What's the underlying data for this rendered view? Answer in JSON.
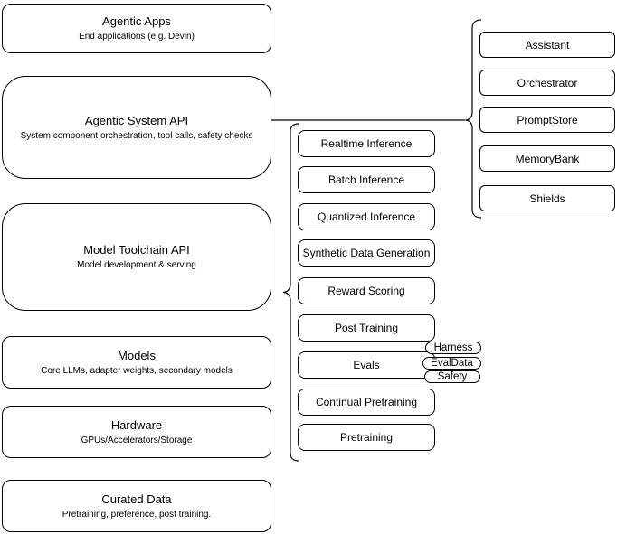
{
  "diagram": {
    "colors": {
      "stroke": "#000000",
      "background": "#ffffff",
      "text": "#000000"
    },
    "left_column": [
      {
        "title": "Agentic Apps",
        "subtitle": "End applications (e.g. Devin)"
      },
      {
        "title": "Agentic System API",
        "subtitle": "System component orchestration, tool calls, safety checks"
      },
      {
        "title": "Model Toolchain API",
        "subtitle": "Model development & serving"
      },
      {
        "title": "Models",
        "subtitle": "Core LLMs, adapter weights, secondary models"
      },
      {
        "title": "Hardware",
        "subtitle": "GPUs/Accelerators/Storage"
      },
      {
        "title": "Curated Data",
        "subtitle": "Pretraining, preference, post training."
      }
    ],
    "middle_column": [
      "Realtime Inference",
      "Batch Inference",
      "Quantized Inference",
      "Synthetic Data Generation",
      "Reward Scoring",
      "Post Training",
      "Evals",
      "Continual Pretraining",
      "Pretraining"
    ],
    "right_column": [
      "Assistant",
      "Orchestrator",
      "PromptStore",
      "MemoryBank",
      "Shields"
    ],
    "evals_tags": [
      "Harness",
      "EvalData",
      "Safety"
    ]
  }
}
